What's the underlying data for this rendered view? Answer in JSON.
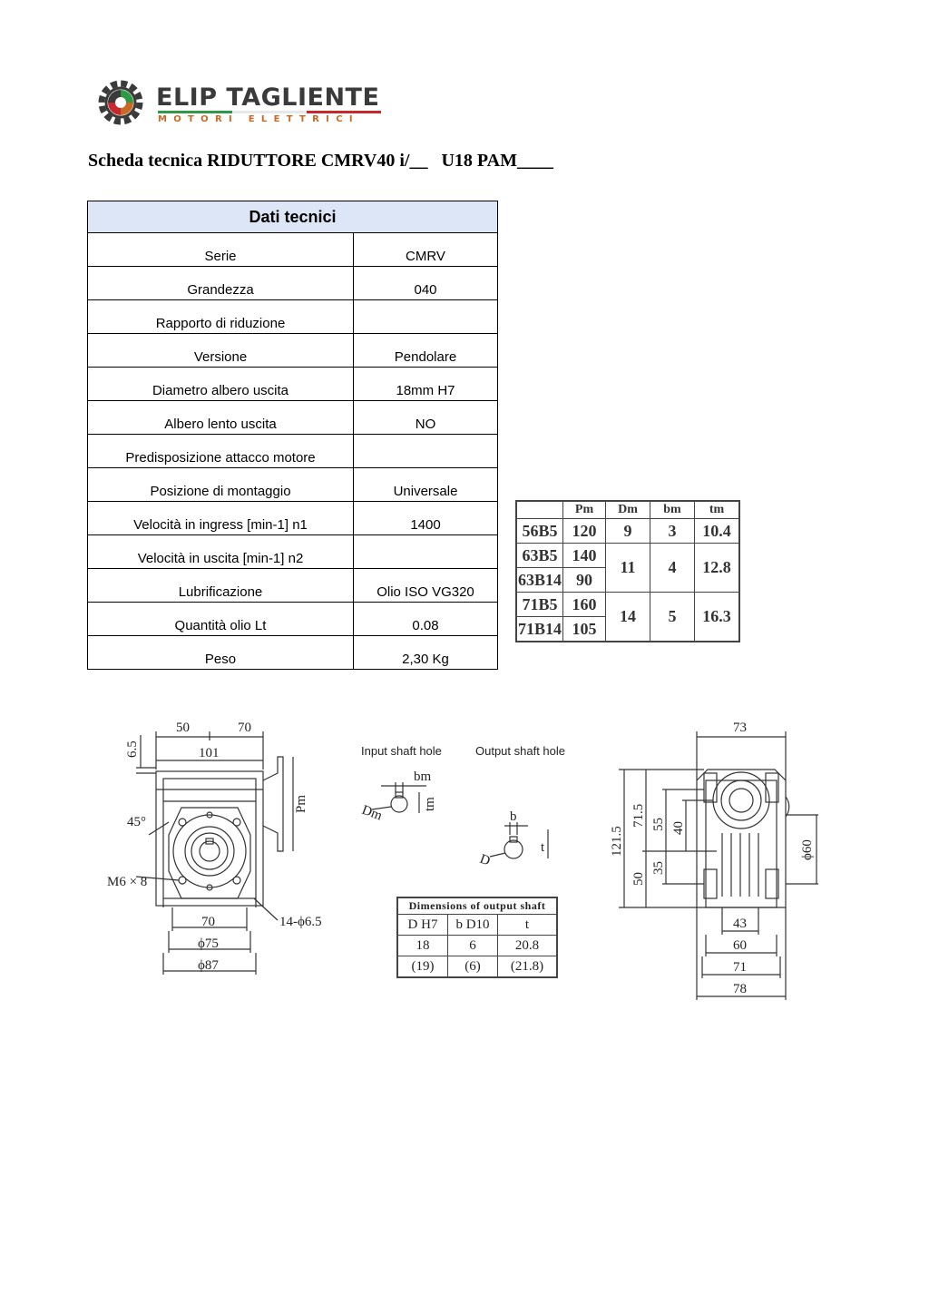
{
  "logo": {
    "brand": "ELIP TAGLIENTE",
    "subtitle": "MOTORI ELETTRICI",
    "colors": {
      "green": "#2f9a46",
      "white": "#ffffff",
      "red": "#c8282d",
      "orange": "#c86a24",
      "grey": "#3a3a3a"
    }
  },
  "doc_title": "Scheda tecnica RIDUTTORE CMRV40 i/__   U18 PAM____",
  "tech_table": {
    "header": "Dati tecnici",
    "rows": [
      {
        "label": "Serie",
        "value": "CMRV"
      },
      {
        "label": "Grandezza",
        "value": "040"
      },
      {
        "label": "Rapporto di riduzione",
        "value": ""
      },
      {
        "label": "Versione",
        "value": "Pendolare"
      },
      {
        "label": "Diametro albero uscita",
        "value": "18mm H7"
      },
      {
        "label": "Albero lento uscita",
        "value": "NO"
      },
      {
        "label": "Predisposizione attacco motore",
        "value": ""
      },
      {
        "label": "Posizione di montaggio",
        "value": "Universale"
      },
      {
        "label": "Velocità in ingress [min-1] n1",
        "value": "1400"
      },
      {
        "label": "Velocità in uscita [min-1] n2",
        "value": ""
      },
      {
        "label": "Lubrificazione",
        "value": "Olio ISO VG320"
      },
      {
        "label": "Quantità olio Lt",
        "value": "0.08"
      },
      {
        "label": "Peso",
        "value": "2,30 Kg"
      }
    ]
  },
  "flange_table": {
    "headers": [
      "",
      "Pm",
      "Dm",
      "bm",
      "tm"
    ],
    "rows": [
      {
        "code": "56B5",
        "pm": "120",
        "dm": "9",
        "bm": "3",
        "tm": "10.4"
      },
      {
        "code": "63B5",
        "pm": "140",
        "dm": "11",
        "bm": "4",
        "tm": "12.8"
      },
      {
        "code": "63B14",
        "pm": "90"
      },
      {
        "code": "71B5",
        "pm": "160",
        "dm": "14",
        "bm": "5",
        "tm": "16.3"
      },
      {
        "code": "71B14",
        "pm": "105"
      }
    ]
  },
  "shaft_table": {
    "caption": "Dimensions of output shaft",
    "headers": [
      "D H7",
      "b D10",
      "t"
    ],
    "rows": [
      [
        "18",
        "6",
        "20.8"
      ],
      [
        "(19)",
        "(6)",
        "(21.8)"
      ]
    ]
  },
  "drawing": {
    "front": {
      "d50": "50",
      "d70": "70",
      "d101": "101",
      "d65": "6.5",
      "angle": "45°",
      "screws": "M6 × 8",
      "pm": "Pm",
      "b70": "70",
      "b75": "ϕ75",
      "b87": "ϕ87",
      "holes": "14-ϕ6.5"
    },
    "input_hole": {
      "title": "Input shaft hole",
      "bm": "bm",
      "dm": "Dm",
      "tm": "tm"
    },
    "output_hole": {
      "title": "Output shaft hole",
      "b": "b",
      "d": "D",
      "t": "t"
    },
    "side": {
      "d73": "73",
      "d1215": "121.5",
      "d715": "71.5",
      "d55": "55",
      "d40": "40",
      "d50": "50",
      "d35": "35",
      "d60dia": "ϕ60",
      "d43": "43",
      "d60": "60",
      "d71": "71",
      "d78": "78"
    }
  }
}
